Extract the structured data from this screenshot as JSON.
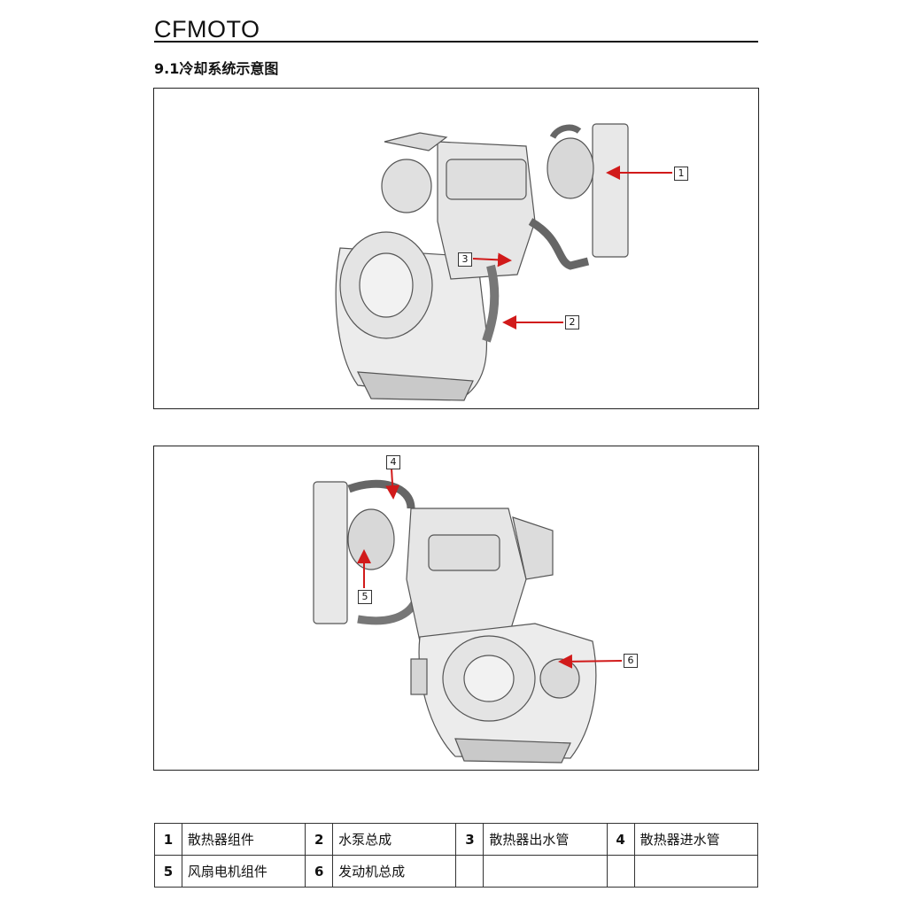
{
  "header": {
    "brand": "CFMOTO",
    "section_title": "9.1冷却系统示意图"
  },
  "figures": [
    {
      "callouts": [
        "1",
        "3",
        "2"
      ]
    },
    {
      "callouts": [
        "4",
        "5",
        "6"
      ]
    }
  ],
  "legend": [
    [
      {
        "num": "1",
        "name": "散热器组件"
      },
      {
        "num": "2",
        "name": "水泵总成"
      },
      {
        "num": "3",
        "name": "散热器出水管"
      },
      {
        "num": "4",
        "name": "散热器进水管"
      }
    ],
    [
      {
        "num": "5",
        "name": "风扇电机组件"
      },
      {
        "num": "6",
        "name": "发动机总成"
      },
      {
        "num": "",
        "name": ""
      },
      {
        "num": "",
        "name": ""
      }
    ]
  ],
  "colors": {
    "arrow": "#d11a1a",
    "line": "#222222",
    "engine_fill": "#ececec",
    "engine_shade": "#c9c9c9"
  }
}
